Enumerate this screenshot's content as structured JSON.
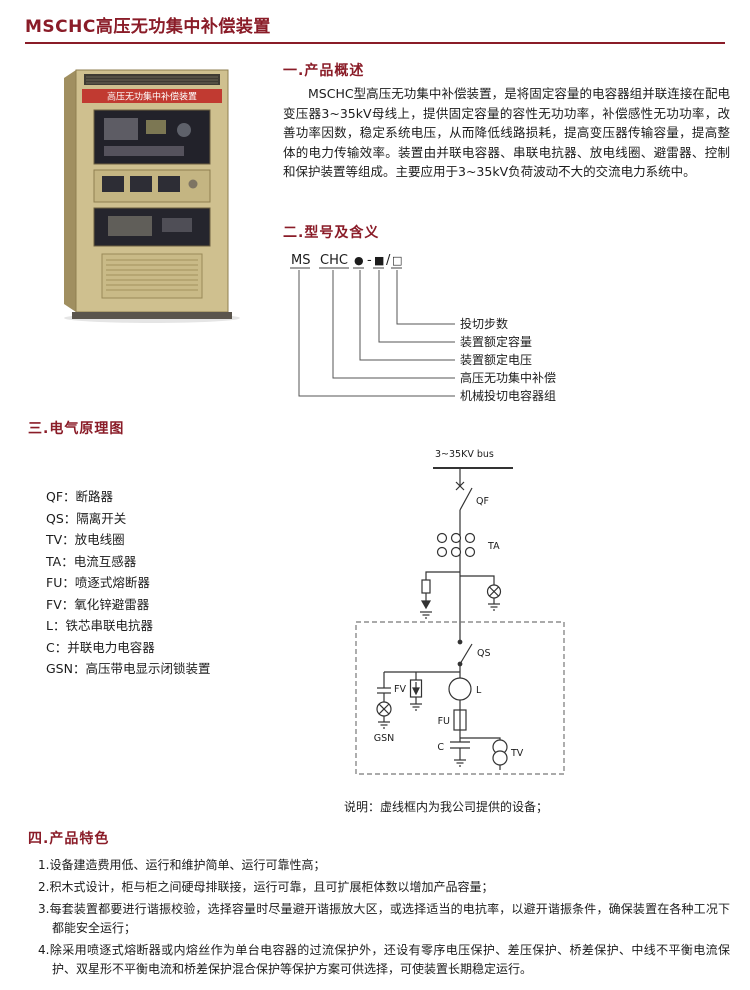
{
  "page": {
    "title": "MSCHC高压无功集中补偿装置"
  },
  "colors": {
    "accent": "#8a1c28",
    "banner_red": "#c13a31",
    "cabinet_beige": "#cfc08f"
  },
  "cabinet": {
    "banner_text": "高压无功集中补偿装置"
  },
  "sections": {
    "overview": {
      "heading": "一.产品概述",
      "body": "MSCHC型高压无功集中补偿装置，是将固定容量的电容器组并联连接在配电变压器3~35kV母线上，提供固定容量的容性无功功率，补偿感性无功功率，改善功率因数，稳定系统电压，从而降低线路损耗，提高变压器传输容量，提高整体的电力传输效率。装置由并联电容器、串联电抗器、放电线圈、避雷器、控制和保护装置等组成。主要应用于3~35kV负荷波动不大的交流电力系统中。"
    },
    "model": {
      "heading": "二.型号及含义",
      "code": {
        "p1": "MS",
        "p2": "CHC",
        "p3": "●",
        "dash": "-",
        "p4": "■",
        "slash": "/",
        "p5": "□"
      },
      "labels": [
        "投切步数",
        "装置额定容量",
        "装置额定电压",
        "高压无功集中补偿",
        "机械投切电容器组"
      ]
    },
    "schematic": {
      "heading": "三.电气原理图",
      "legend": [
        "QF：断路器",
        "QS：隔离开关",
        "TV：放电线圈",
        "TA：电流互感器",
        "FU：喷逐式熔断器",
        "FV：氧化锌避雷器",
        "L：铁芯串联电抗器",
        "C：并联电力电容器",
        "GSN：高压带电显示闭锁装置"
      ],
      "diagram": {
        "bus": "3~35KV bus",
        "qf": "QF",
        "ta": "TA",
        "qs": "QS",
        "fv": "FV",
        "l": "L",
        "fu": "FU",
        "c": "C",
        "tv": "TV",
        "gsn": "GSN"
      },
      "note": "说明：虚线框内为我公司提供的设备；"
    },
    "features": {
      "heading": "四.产品特色",
      "items": [
        "1.设备建造费用低、运行和维护简单、运行可靠性高；",
        "2.积木式设计，柜与柜之间硬母排联接，运行可靠，且可扩展柜体数以增加产品容量；",
        "3.每套装置都要进行谐振校验，选择容量时尽量避开谐振放大区，或选择适当的电抗率，以避开谐振条件，确保装置在各种工况下都能安全运行；",
        "4.除采用喷逐式熔断器或内熔丝作为单台电容器的过流保护外，还设有零序电压保护、差压保护、桥差保护、中线不平衡电流保护、双星形不平衡电流和桥差保护混合保护等保护方案可供选择，可使装置长期稳定运行。"
      ]
    }
  }
}
